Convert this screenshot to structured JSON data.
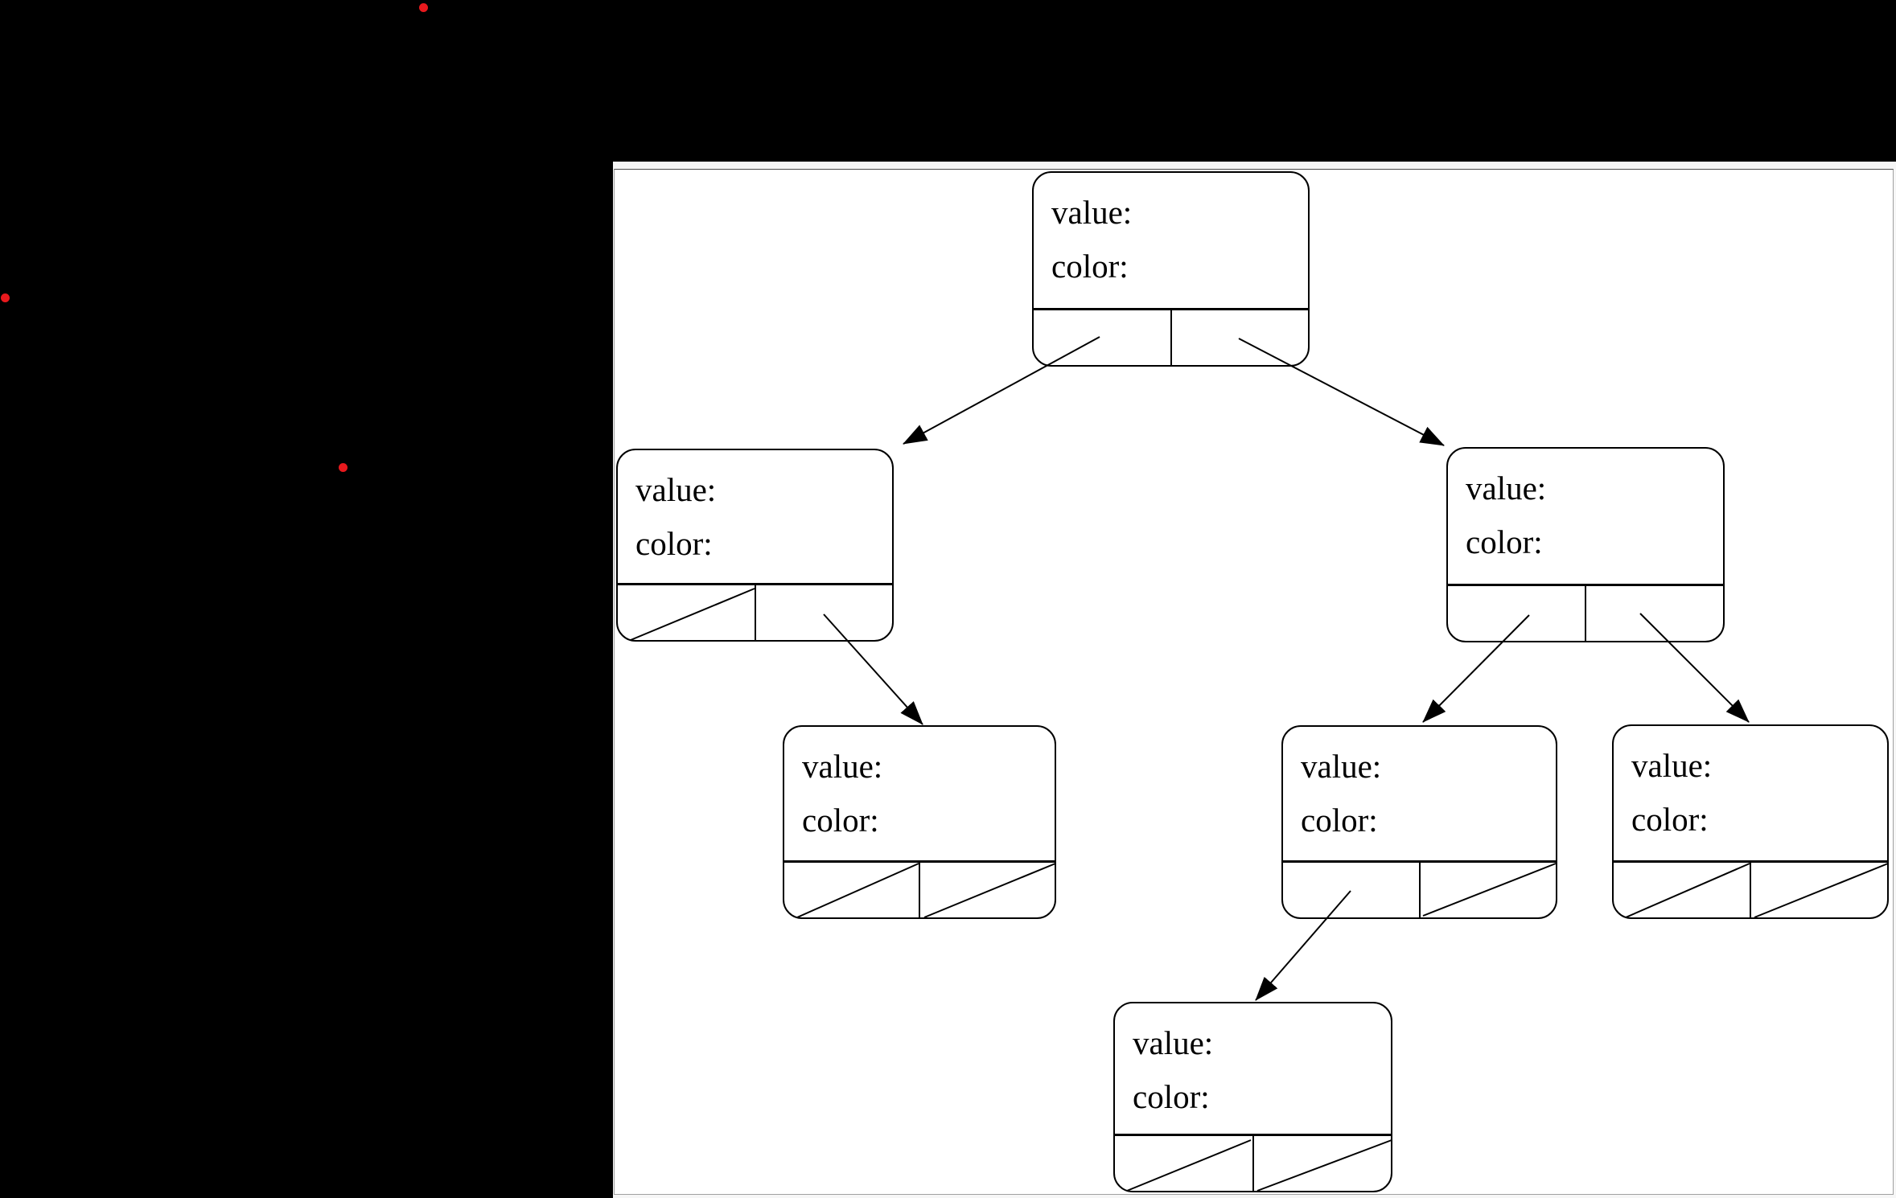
{
  "scene": {
    "description": "Document viewer page showing a binary (red-black) tree node diagram on a black screen background",
    "background_color": "#000000",
    "panel_background": "#f6f6f6",
    "page_background": "#ffffff",
    "page_border_color": "#a0a0a0",
    "diagram_line_color": "#000000"
  },
  "pointer_dots": {
    "count": 3,
    "color": "#e8191d"
  },
  "tree": {
    "nodes": [
      {
        "id": "root",
        "value_label": "value:",
        "color_label": "color:",
        "left_pointer": "arrow-to-child",
        "right_pointer": "arrow-to-child"
      },
      {
        "id": "left-child",
        "value_label": "value:",
        "color_label": "color:",
        "left_pointer": "null-slash",
        "right_pointer": "arrow-to-child"
      },
      {
        "id": "right-child",
        "value_label": "value:",
        "color_label": "color:",
        "left_pointer": "arrow-to-child",
        "right_pointer": "arrow-to-child"
      },
      {
        "id": "left-right-grandchild",
        "value_label": "value:",
        "color_label": "color:",
        "left_pointer": "null-slash",
        "right_pointer": "null-slash"
      },
      {
        "id": "right-left-grandchild",
        "value_label": "value:",
        "color_label": "color:",
        "left_pointer": "arrow-to-child",
        "right_pointer": "null-slash"
      },
      {
        "id": "right-right-grandchild",
        "value_label": "value:",
        "color_label": "color:",
        "left_pointer": "null-slash",
        "right_pointer": "null-slash"
      },
      {
        "id": "right-left-left-great-grandchild",
        "value_label": "value:",
        "color_label": "color:",
        "left_pointer": "null-slash",
        "right_pointer": "null-slash"
      }
    ],
    "edges": [
      {
        "from": "root",
        "via": "left-pointer",
        "to": "left-child"
      },
      {
        "from": "root",
        "via": "right-pointer",
        "to": "right-child"
      },
      {
        "from": "left-child",
        "via": "right-pointer",
        "to": "left-right-grandchild"
      },
      {
        "from": "right-child",
        "via": "left-pointer",
        "to": "right-left-grandchild"
      },
      {
        "from": "right-child",
        "via": "right-pointer",
        "to": "right-right-grandchild"
      },
      {
        "from": "right-left-grandchild",
        "via": "left-pointer",
        "to": "right-left-left-great-grandchild"
      }
    ]
  }
}
